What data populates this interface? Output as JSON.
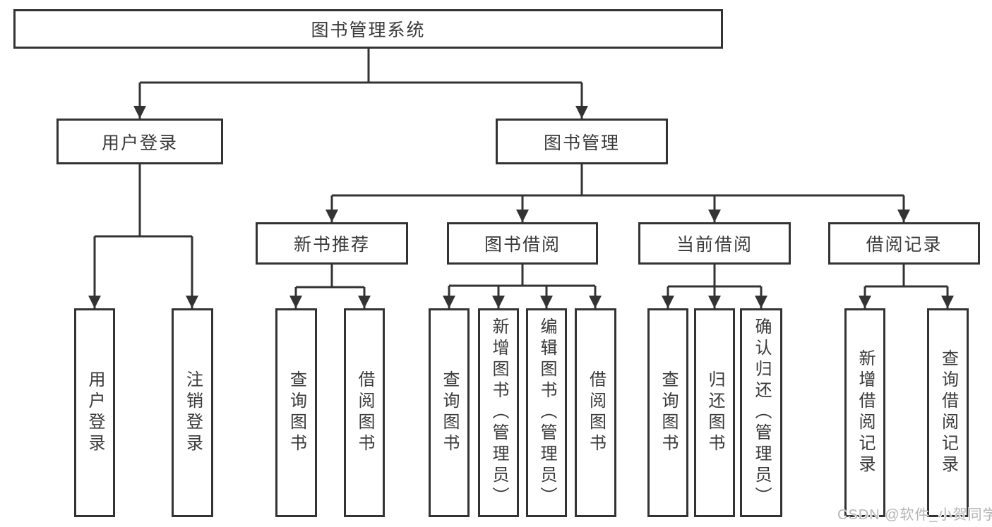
{
  "tree": {
    "label": "图书管理系统",
    "children": [
      {
        "label": "用户登录",
        "children": [
          {
            "label": "用户登录"
          },
          {
            "label": "注销登录"
          }
        ]
      },
      {
        "label": "图书管理",
        "children": [
          {
            "label": "新书推荐",
            "children": [
              {
                "label": "查询图书"
              },
              {
                "label": "借阅图书"
              }
            ]
          },
          {
            "label": "图书借阅",
            "children": [
              {
                "label": "查询图书"
              },
              {
                "label": "新增图书（管理员）"
              },
              {
                "label": "编辑图书（管理员）"
              },
              {
                "label": "借阅图书"
              }
            ]
          },
          {
            "label": "当前借阅",
            "children": [
              {
                "label": "查询图书"
              },
              {
                "label": "归还图书"
              },
              {
                "label": "确认归还（管理员）"
              }
            ]
          },
          {
            "label": "借阅记录",
            "children": [
              {
                "label": "新增借阅记录"
              },
              {
                "label": "查询借阅记录"
              }
            ]
          }
        ]
      }
    ]
  },
  "watermark": {
    "text": "CSDN @软件_小贺同学"
  },
  "colors": {
    "line": "#333333",
    "text": "#3a3a3a",
    "watermark": "#b5b5b5",
    "background": "#ffffff"
  }
}
